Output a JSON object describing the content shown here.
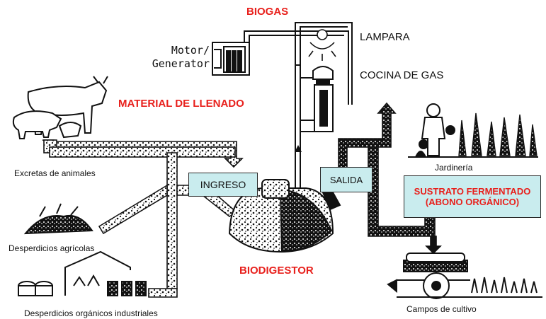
{
  "title": "BIOGAS",
  "motor_generator": [
    "Motor/",
    "Generator"
  ],
  "lampara": "LAMPARA",
  "cocina_gas": "COCINA DE GAS",
  "material_llenado": "MATERIAL DE LLENADO",
  "excretas": "Excretas de animales",
  "desperdicios_agricolas": "Desperdicios agrícolas",
  "desperdicios_industriales": "Desperdicios orgánicos industriales",
  "ingreso": "INGRESO",
  "salida": "SALIDA",
  "biodigestor": "BIODIGESTOR",
  "jardineria": "Jardinería",
  "sustrato": [
    "SUSTRATO FERMENTADO",
    "(ABONO ORGÁNICO)"
  ],
  "campos": "Campos de cultivo",
  "colors": {
    "label_red": "#e8201c",
    "box_fill": "#c9ecee",
    "ink": "#111111"
  },
  "icons": [
    "cow-icon",
    "pig-icon",
    "crop-pile-icon",
    "factory-shed-icon",
    "motor-generator-icon",
    "lamp-icon",
    "gas-stove-icon",
    "digester-dome-icon",
    "gardener-icon",
    "tractor-icon"
  ]
}
